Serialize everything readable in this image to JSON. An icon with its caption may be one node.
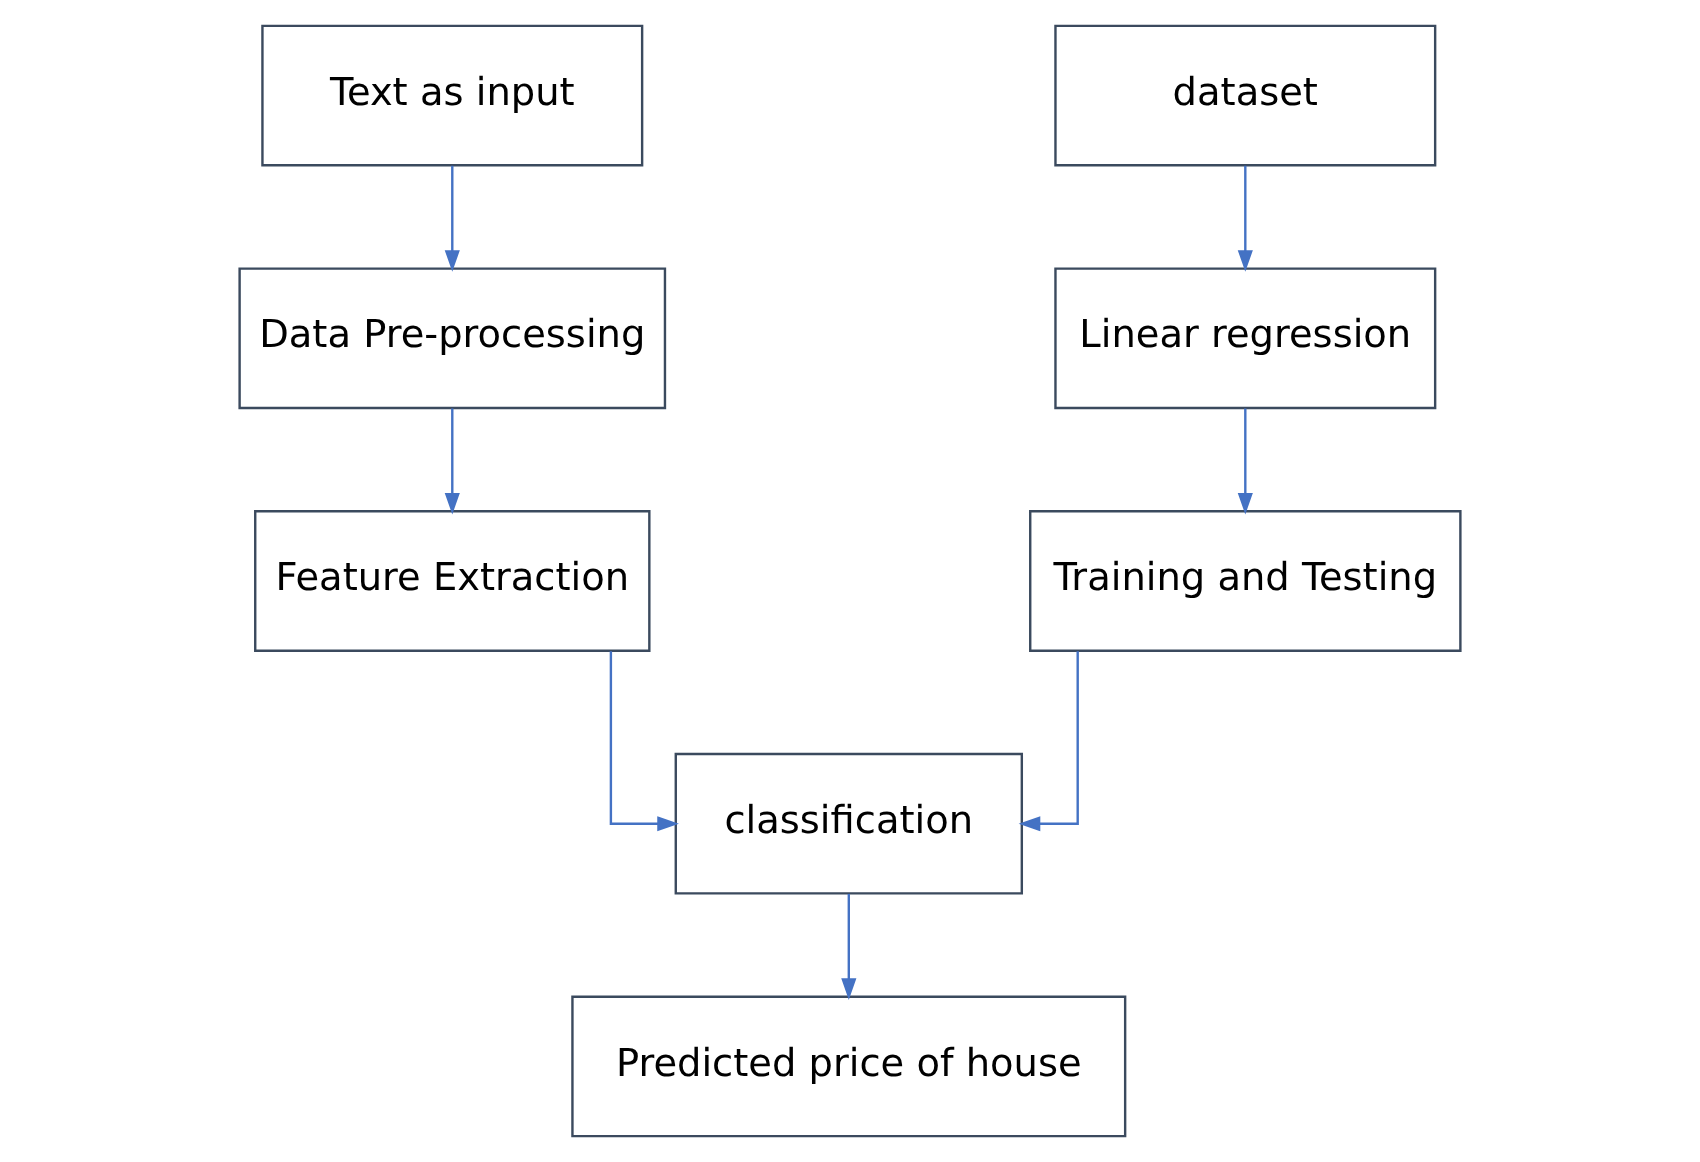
{
  "diagram": {
    "nodes": [
      {
        "text": [
          "Text as input"
        ]
      },
      {
        "text": [
          "Data Pre-processing"
        ]
      },
      {
        "text": [
          "Feature Extraction"
        ]
      },
      {
        "text": [
          "dataset"
        ]
      },
      {
        "text": [
          "Linear regression"
        ]
      },
      {
        "text": [
          "Training and Testing"
        ]
      },
      {
        "text": [
          "classification"
        ]
      },
      {
        "text": [
          "Predicted price of house"
        ]
      }
    ],
    "edges": [
      {
        "from": 0,
        "to": 1,
        "arrow": "to"
      },
      {
        "from": 1,
        "to": 2,
        "arrow": "to"
      },
      {
        "from": 3,
        "to": 4,
        "arrow": "to"
      },
      {
        "from": 4,
        "to": 5,
        "arrow": "to"
      },
      {
        "from": 2,
        "to": 6,
        "arrow": "to"
      },
      {
        "from": 5,
        "to": 6,
        "arrow": "to"
      },
      {
        "from": 6,
        "to": 7,
        "arrow": "to"
      }
    ]
  }
}
